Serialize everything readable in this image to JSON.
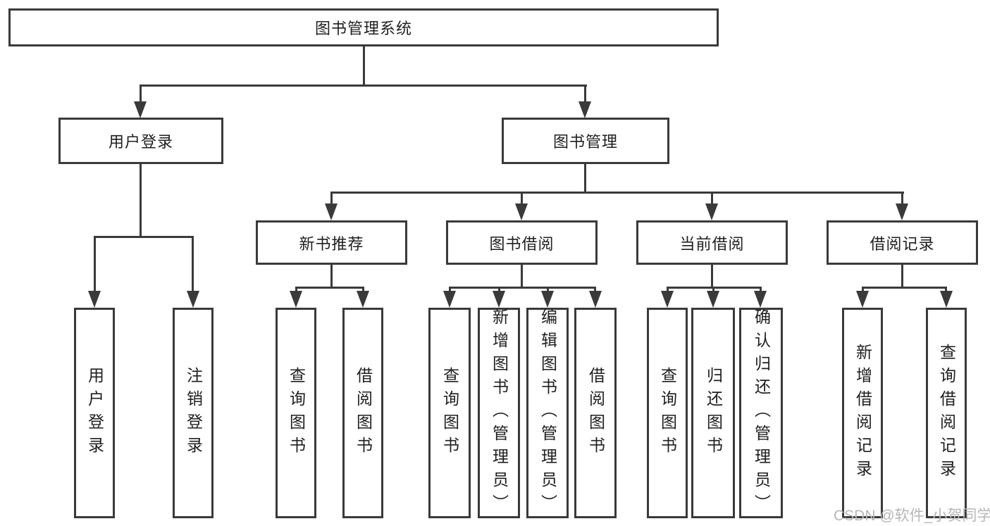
{
  "colors": {
    "line": "#3a3a3a",
    "text": "#1f1f1f",
    "background": "#ffffff",
    "watermark": "#b7b7b7"
  },
  "tree": {
    "root": "图书管理系统",
    "branches": [
      {
        "label": "用户登录",
        "children": [
          "用户登录",
          "注销登录"
        ]
      },
      {
        "label": "图书管理",
        "children": [
          {
            "label": "新书推荐",
            "children": [
              "查询图书",
              "借阅图书"
            ]
          },
          {
            "label": "图书借阅",
            "children": [
              "查询图书",
              "新增图书（管理员）",
              "编辑图书（管理员）",
              "借阅图书"
            ]
          },
          {
            "label": "当前借阅",
            "children": [
              "查询图书",
              "归还图书",
              "确认归还（管理员）"
            ]
          },
          {
            "label": "借阅记录",
            "children": [
              "新增借阅记录",
              "查询借阅记录"
            ]
          }
        ]
      }
    ]
  },
  "watermark": "CSDN @软件_小贺同学"
}
